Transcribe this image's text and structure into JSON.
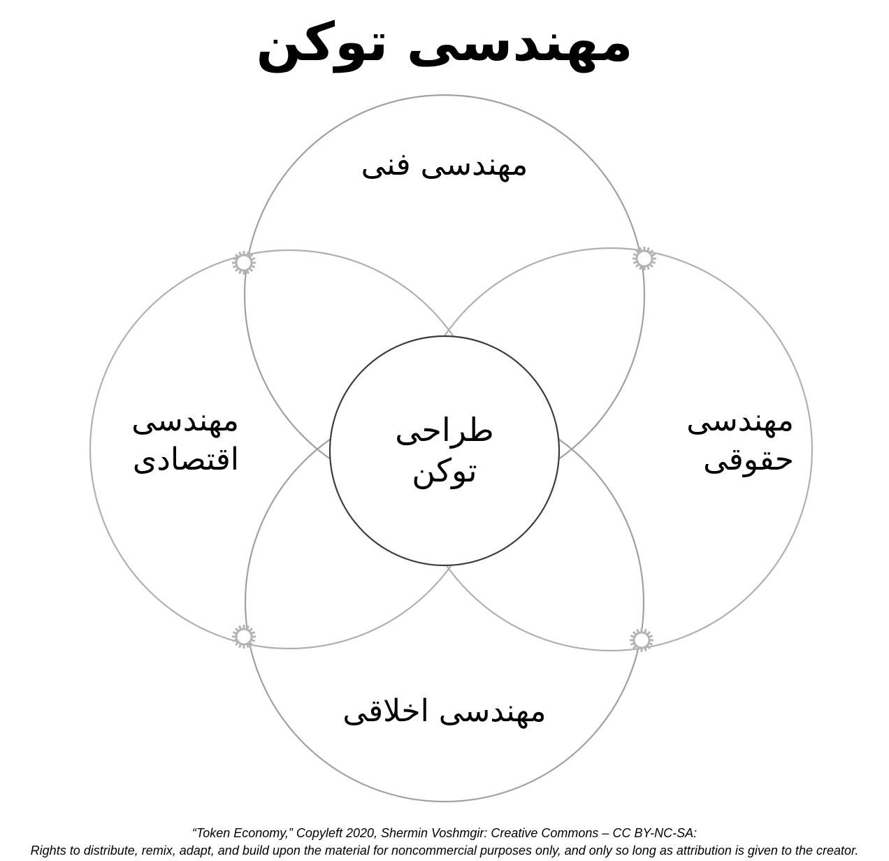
{
  "title": "مهندسی توکن",
  "petals": {
    "top": "مهندسی فنی",
    "left": [
      "مهندسی",
      "اقتصادی"
    ],
    "right": [
      "مهندسی",
      "حقوقی"
    ],
    "bottom": "مهندسی اخلاقی"
  },
  "center": [
    "طراحی",
    "توکن"
  ],
  "colors": {
    "petal_stroke": "#a8a8a8",
    "center_stroke": "#3c3c3c",
    "gear": "#b4b4b4",
    "text": "#000000"
  },
  "footer": {
    "line1": "“Token Economy,” Copyleft 2020, Shermin Voshmgir: Creative Commons – CC BY-NC-SA:",
    "line2": "Rights to distribute, remix, adapt, and build upon the material  for noncommercial purposes only, and only so long as attribution is given to the creator."
  }
}
